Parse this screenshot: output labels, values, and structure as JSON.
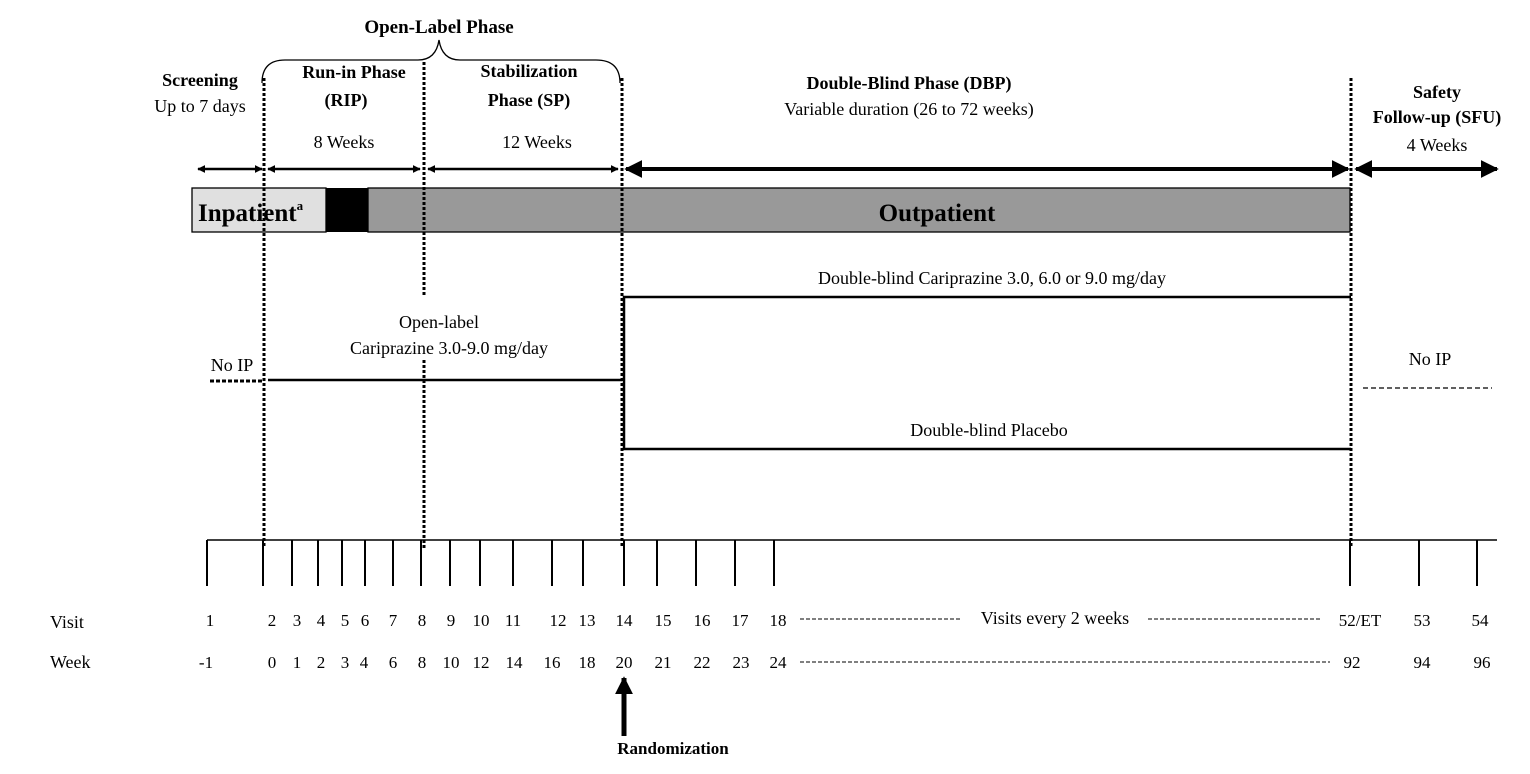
{
  "phases": {
    "open_label": "Open-Label Phase",
    "screening": {
      "title": "Screening",
      "duration": "Up to 7 days"
    },
    "run_in": {
      "title_line1": "Run-in Phase",
      "title_line2": "(RIP)",
      "duration": "8 Weeks"
    },
    "stabilization": {
      "title_line1": "Stabilization",
      "title_line2": "Phase (SP)",
      "duration": "12 Weeks"
    },
    "double_blind": {
      "title": "Double-Blind Phase (DBP)",
      "duration": "Variable duration (26 to 72 weeks)"
    },
    "safety_followup": {
      "title_line1": "Safety",
      "title_line2": "Follow-up (SFU)",
      "duration": "4 Weeks"
    }
  },
  "setting": {
    "inpatient": "Inpatient",
    "inpatient_superscript": "a",
    "outpatient": "Outpatient"
  },
  "treatments": {
    "no_ip_left": "No IP",
    "open_label_line1": "Open-label",
    "open_label_line2": "Cariprazine 3.0-9.0 mg/day",
    "db_cariprazine": "Double-blind Cariprazine 3.0, 6.0 or 9.0 mg/day",
    "db_placebo": "Double-blind Placebo",
    "no_ip_right": "No IP"
  },
  "timeline": {
    "visit_label": "Visit",
    "week_label": "Week",
    "visits": [
      "1",
      "2",
      "3",
      "4",
      "5",
      "6",
      "7",
      "8",
      "9",
      "10",
      "11",
      "12",
      "13",
      "14",
      "15",
      "16",
      "17",
      "18",
      "52/ET",
      "53",
      "54"
    ],
    "weeks": [
      "-1",
      "0",
      "1",
      "2",
      "3",
      "4",
      "6",
      "8",
      "10",
      "12",
      "14",
      "16",
      "18",
      "20",
      "21",
      "22",
      "23",
      "24",
      "92",
      "94",
      "96"
    ],
    "visits_note": "Visits every 2 weeks",
    "randomization": "Randomization"
  },
  "colors": {
    "inpatient_fill": "#e0e0e0",
    "outpatient_fill": "#999999",
    "transition_fill": "#000000",
    "line": "#000000"
  }
}
